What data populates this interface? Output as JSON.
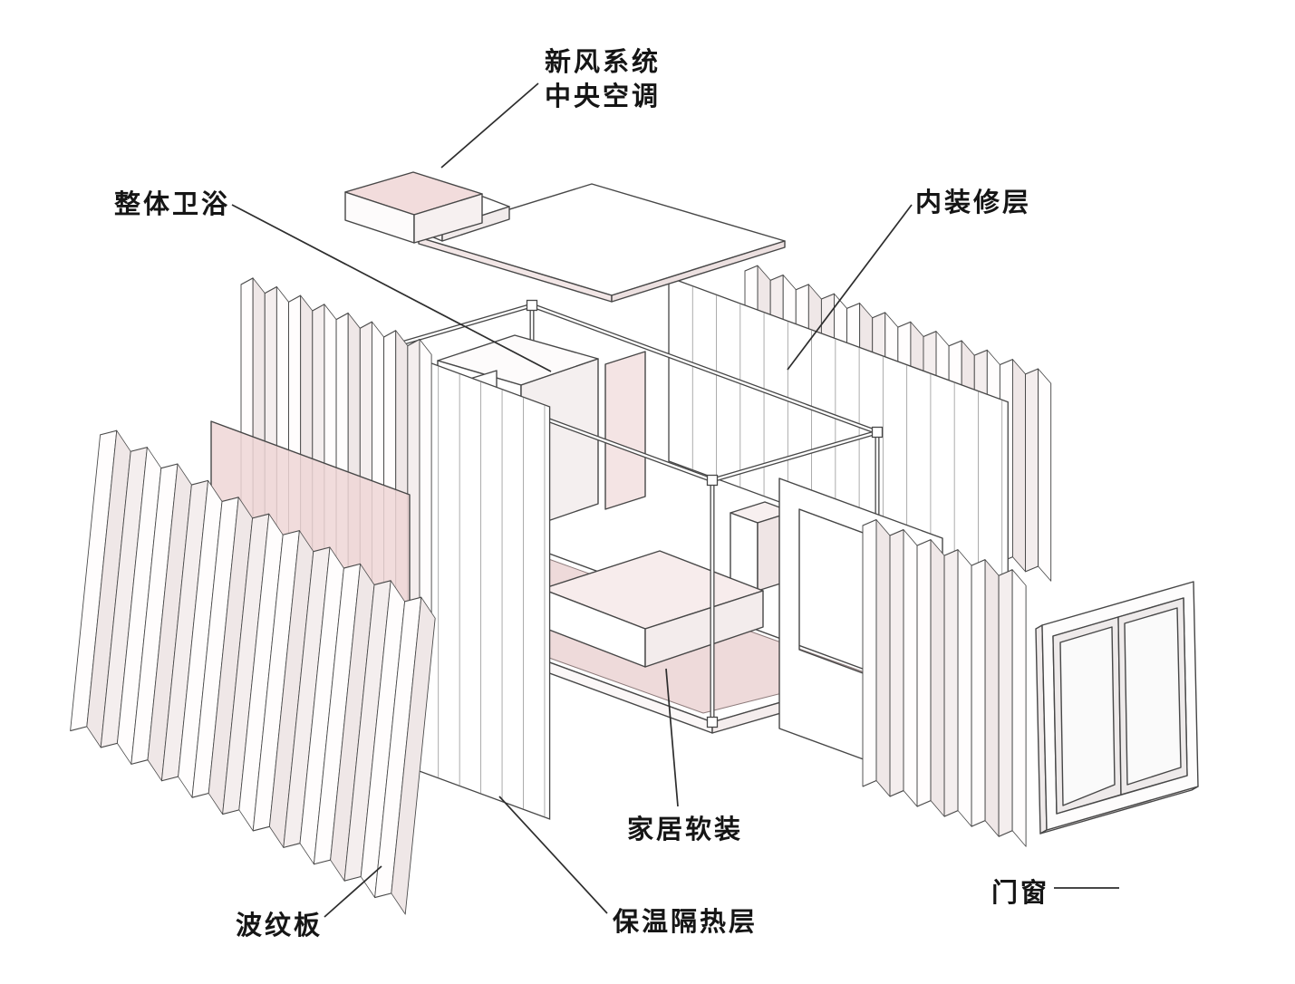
{
  "diagram": {
    "labels": {
      "hvac_line1": "新风系统",
      "hvac_line2": "中央空调",
      "bathroom": "整体卫浴",
      "interior_finish": "内装修层",
      "soft_furnishing": "家居软装",
      "insulation": "保温隔热层",
      "corrugated_panel": "波纹板",
      "doors_windows": "门窗"
    },
    "colors": {
      "outline": "#474747",
      "accent_pink": "#eedada",
      "panel_white": "#ffffff",
      "background": "#ffffff",
      "label_text": "#151515"
    }
  }
}
